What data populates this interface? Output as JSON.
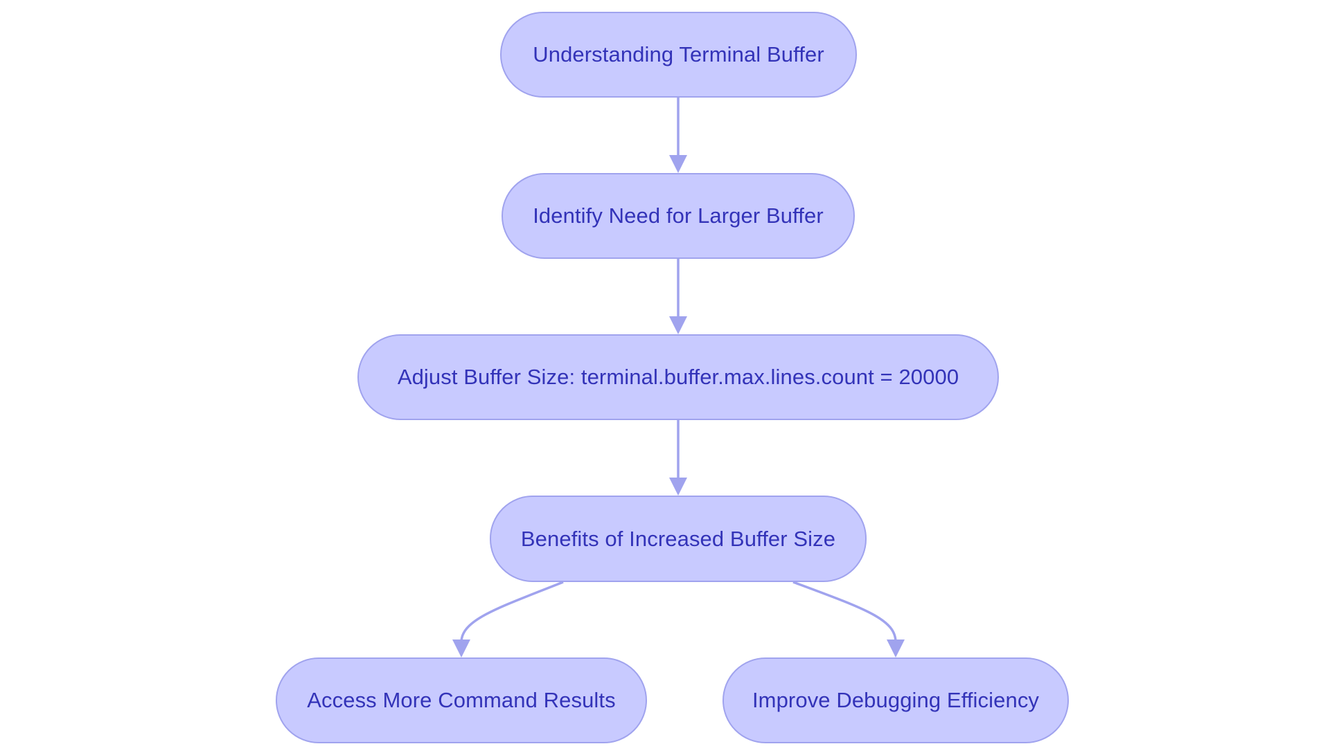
{
  "diagram": {
    "colors": {
      "node_fill": "#c8caff",
      "node_border": "#a0a3ee",
      "edge": "#a0a3ee",
      "text": "#3333b8"
    },
    "nodes": [
      {
        "id": "n1",
        "label": "Understanding Terminal Buffer"
      },
      {
        "id": "n2",
        "label": "Identify Need for Larger Buffer"
      },
      {
        "id": "n3",
        "label": "Adjust Buffer Size: terminal.buffer.max.lines.count = 20000"
      },
      {
        "id": "n4",
        "label": "Benefits of Increased Buffer Size"
      },
      {
        "id": "n5",
        "label": "Access More Command Results"
      },
      {
        "id": "n6",
        "label": "Improve Debugging Efficiency"
      }
    ],
    "edges": [
      {
        "from": "n1",
        "to": "n2"
      },
      {
        "from": "n2",
        "to": "n3"
      },
      {
        "from": "n3",
        "to": "n4"
      },
      {
        "from": "n4",
        "to": "n5"
      },
      {
        "from": "n4",
        "to": "n6"
      }
    ]
  }
}
